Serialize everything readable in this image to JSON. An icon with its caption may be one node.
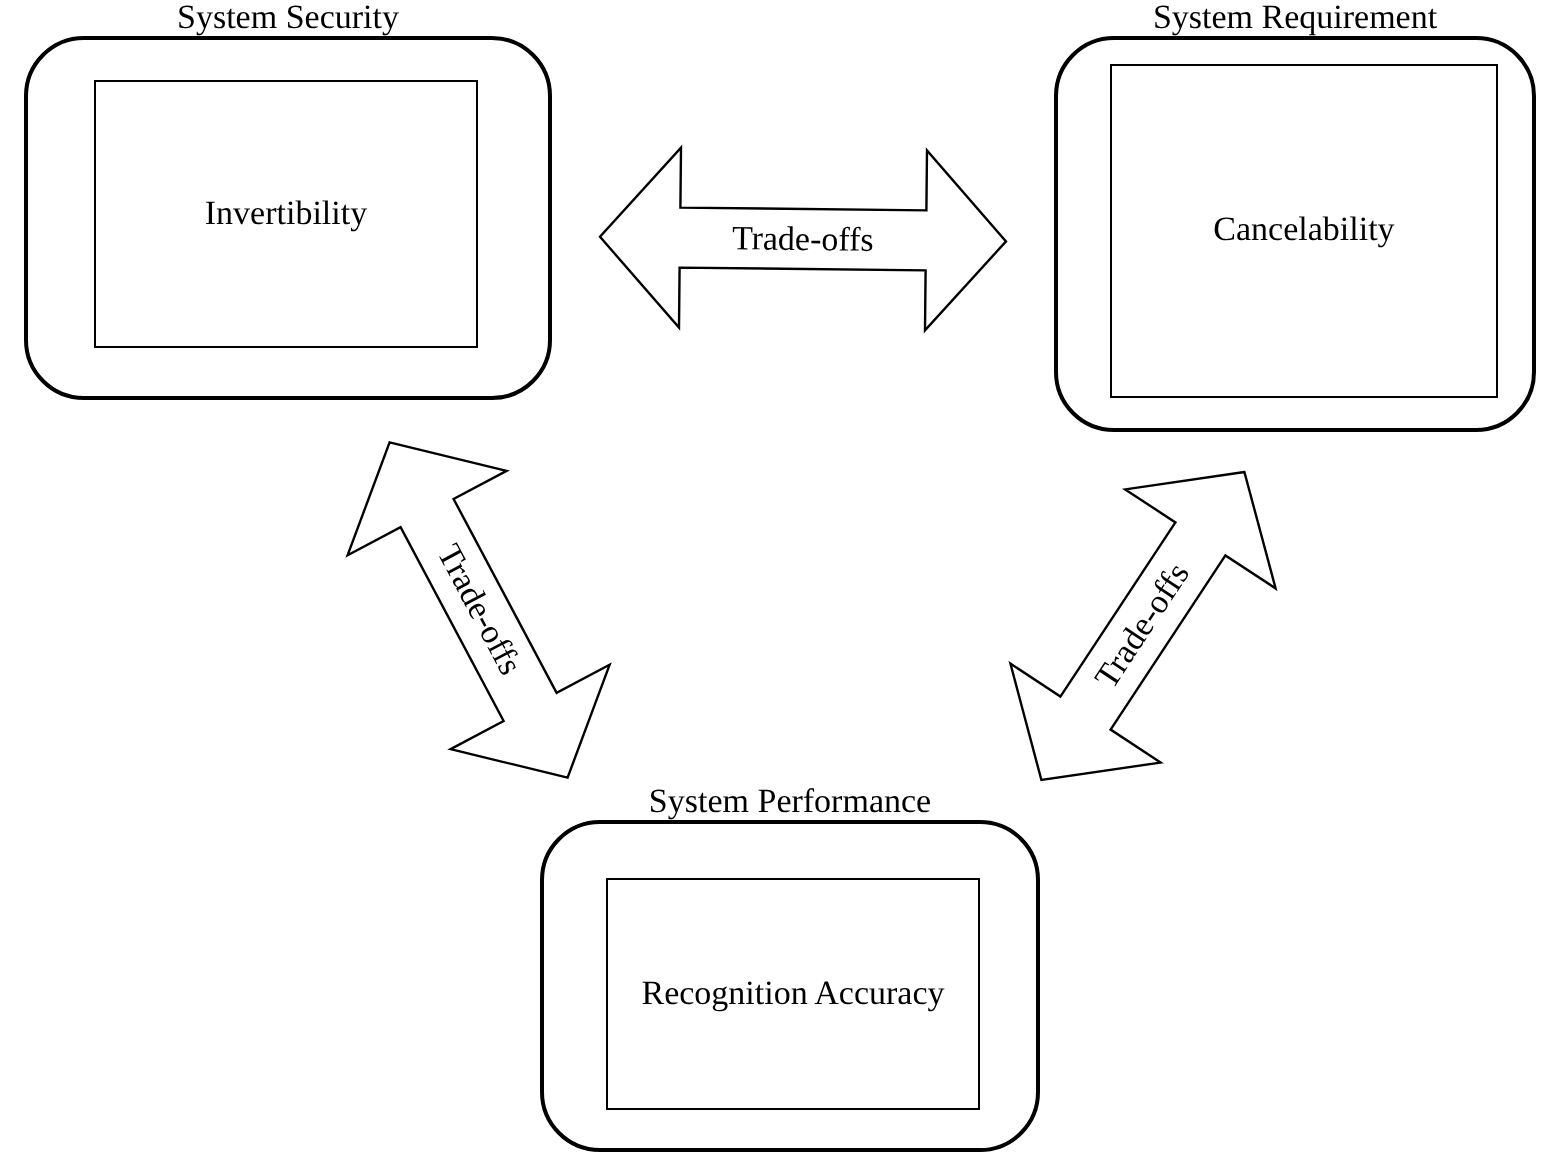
{
  "diagram": {
    "nodes": [
      {
        "text": [
          "System Security"
        ]
      },
      {
        "text": [
          "Invertibility"
        ],
        "in": 0
      },
      {
        "text": [
          "System Requirement"
        ]
      },
      {
        "text": [
          "Cancelability"
        ],
        "in": 2
      },
      {
        "text": [
          "System Performance"
        ]
      },
      {
        "text": [
          "Recognition Accuracy"
        ],
        "in": 4
      }
    ],
    "edges": [
      {
        "from": 0,
        "to": 2,
        "arrow": "both",
        "label": "Trade-offs"
      },
      {
        "from": 0,
        "to": 4,
        "arrow": "both",
        "label": "Trade-offs"
      },
      {
        "from": 2,
        "to": 4,
        "arrow": "both",
        "label": "Trade-offs"
      }
    ]
  }
}
